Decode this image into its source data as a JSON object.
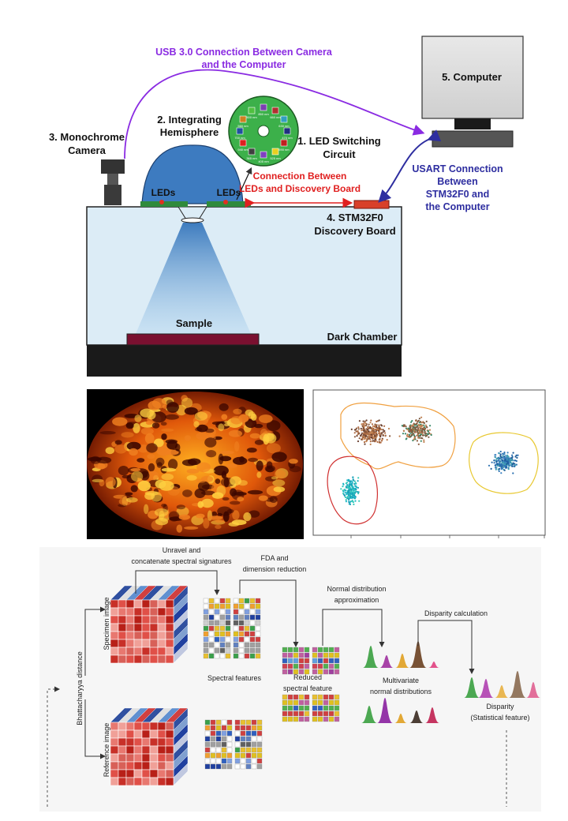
{
  "setup": {
    "usb": [
      "USB 3.0 Connection Between Camera",
      "and the Computer"
    ],
    "computer": "5. Computer",
    "camera": [
      "3. Monochrome",
      "Camera"
    ],
    "hemisphere": [
      "2. Integrating",
      "Hemisphere"
    ],
    "led_circuit": [
      "1. LED Switching",
      "Circuit"
    ],
    "connection_leds": [
      "Connection Between",
      "LEDs and Discovery Board"
    ],
    "usart": [
      "USART Connection",
      "Between",
      "STM32F0 and",
      "the Computer"
    ],
    "leds_left": "LEDs",
    "leds_right": "LEDs",
    "board": [
      "4. STM32F0",
      "Discovery Board"
    ],
    "sample": "Sample",
    "chamber": "Dark Chamber",
    "led_wavelengths": [
      "850 nm",
      "660 nm",
      "630 nm",
      "470 nm",
      "590 nm",
      "525 nm",
      "405 nm",
      "365 nm",
      "940 nm",
      "700 nm",
      "560 nm",
      "500 nm"
    ]
  },
  "pipeline": {
    "unravel": [
      "Unravel and",
      "concatenate spectral signatures"
    ],
    "fda": [
      "FDA and",
      "dimension reduction"
    ],
    "normal": [
      "Normal distribution",
      "approximation"
    ],
    "disparity_calc": "Disparity calculation",
    "specimen": "Specimen image",
    "reference": "Reference image",
    "bhattacharyya": "Bhattacharyya distance",
    "spectral_features": "Spectral features",
    "reduced": [
      "Reduced",
      "spectral feature"
    ],
    "multivariate": [
      "Multivariate",
      "normal distributions"
    ],
    "disparity": [
      "Disparity",
      "(Statistical feature)"
    ]
  },
  "colors": {
    "usb_line": "#8a2be2",
    "usart_line": "#2e2ea0",
    "connection_red": "#e02020",
    "chamber_fill": "#dcecf6",
    "hemisphere_fill": "#3d7bc0",
    "board_red": "#d8402a",
    "scatter_brown": "#8b5a3c",
    "scatter_cyan": "#20b8c8",
    "scatter_blue": "#2a6fb0"
  }
}
